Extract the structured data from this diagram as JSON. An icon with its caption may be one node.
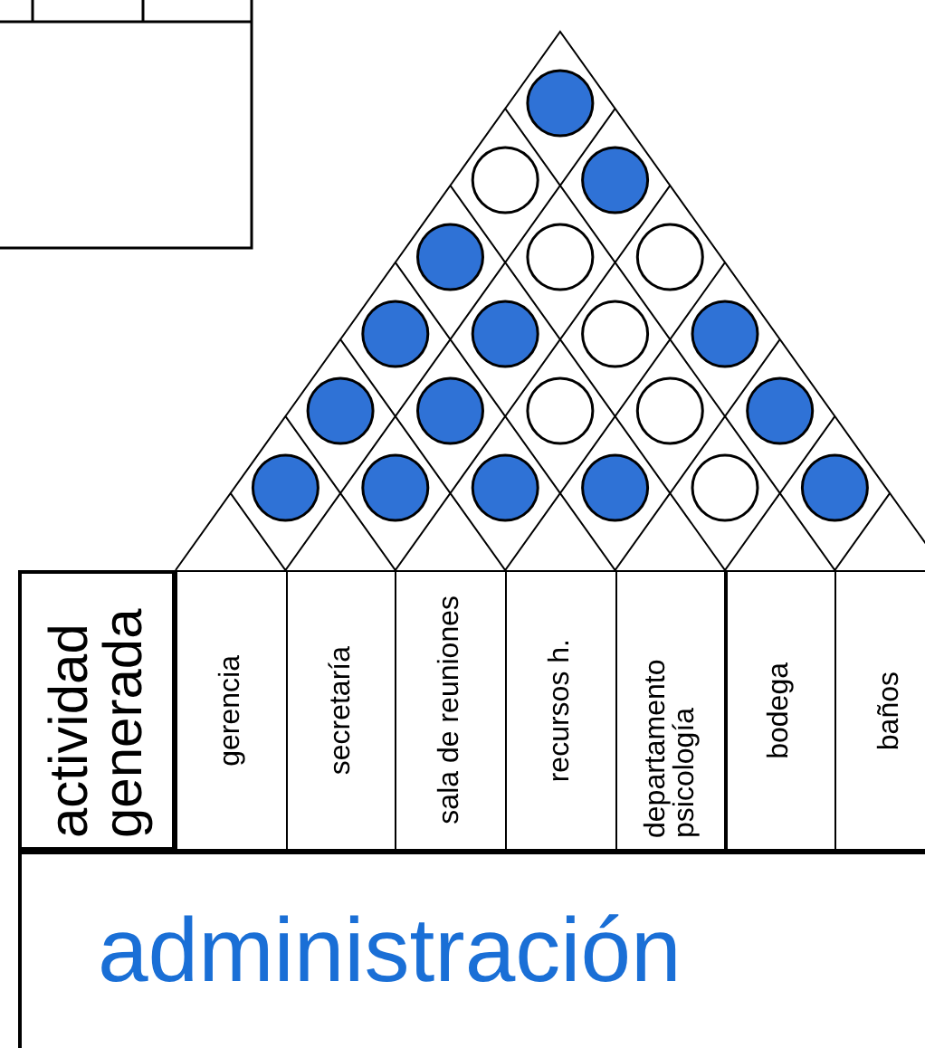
{
  "diagram": {
    "nodes": [
      {
        "text": [
          "actividad generada"
        ]
      },
      {
        "text": [
          "gerencia"
        ]
      },
      {
        "text": [
          "secretaría"
        ]
      },
      {
        "text": [
          "sala de reuniones"
        ]
      },
      {
        "text": [
          "recursos h."
        ]
      },
      {
        "text": [
          "departamento psicología"
        ]
      },
      {
        "text": [
          "bodega"
        ]
      },
      {
        "text": [
          "baños"
        ]
      },
      {
        "text": [
          "administración"
        ]
      },
      {
        "text": [],
        "shape": "dot"
      },
      {
        "text": [],
        "shape": "circle"
      },
      {
        "text": [],
        "shape": "dot"
      },
      {
        "text": [],
        "shape": "dot"
      },
      {
        "text": [],
        "shape": "circle"
      },
      {
        "text": [],
        "shape": "circle"
      },
      {
        "text": [],
        "shape": "dot"
      },
      {
        "text": [],
        "shape": "dot"
      },
      {
        "text": [],
        "shape": "circle"
      },
      {
        "text": [],
        "shape": "dot"
      },
      {
        "text": [],
        "shape": "dot"
      },
      {
        "text": [],
        "shape": "dot"
      },
      {
        "text": [],
        "shape": "circle"
      },
      {
        "text": [],
        "shape": "circle"
      },
      {
        "text": [],
        "shape": "dot"
      },
      {
        "text": [],
        "shape": "dot"
      },
      {
        "text": [],
        "shape": "dot"
      },
      {
        "text": [],
        "shape": "dot"
      },
      {
        "text": [],
        "shape": "dot"
      },
      {
        "text": [],
        "shape": "circle"
      },
      {
        "text": [],
        "shape": "dot"
      }
    ]
  }
}
